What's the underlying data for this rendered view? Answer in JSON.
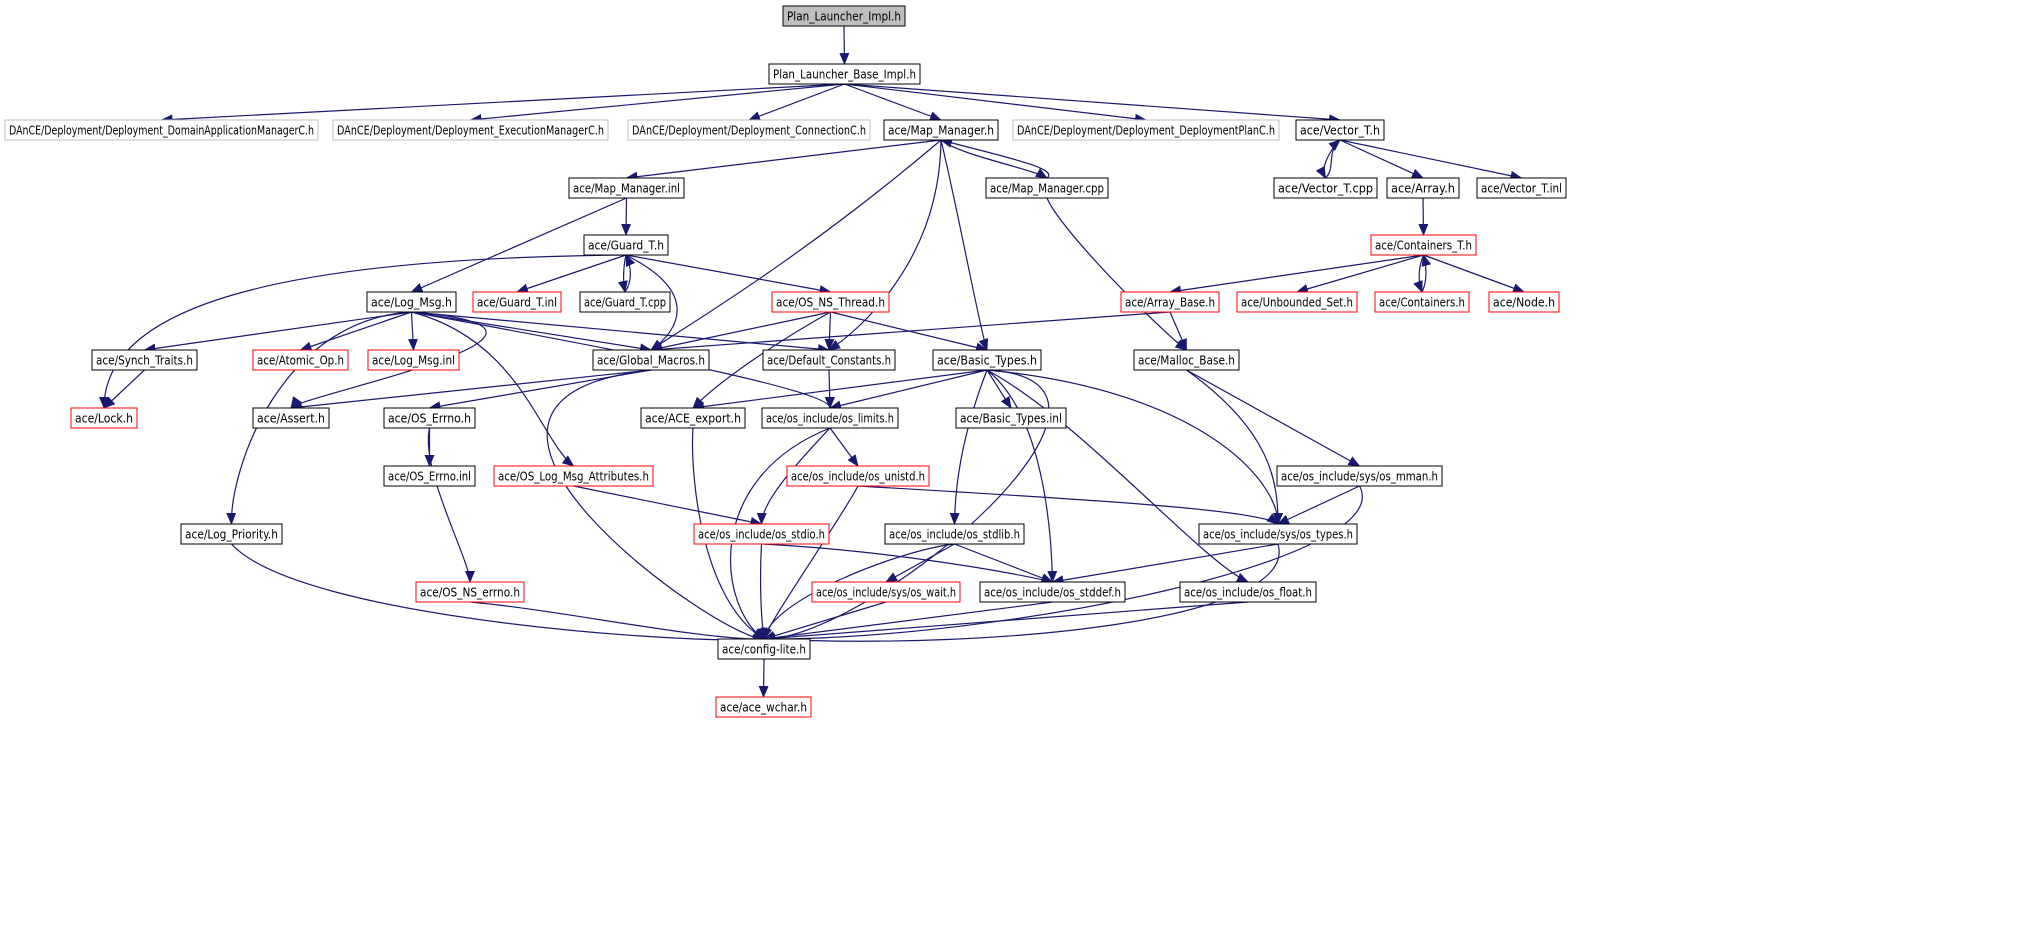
{
  "colors": {
    "edge": "#191970",
    "arrowhead": "#191970",
    "node_border_default": "#000000",
    "node_border_truncated": "#ff0000",
    "node_border_external": "#bfbfbf",
    "root_fill": "#bfbfbf",
    "node_fill": "#ffffff"
  },
  "nodes": [
    {
      "id": "root",
      "label": "Plan_Launcher_Impl.h",
      "kind": "root"
    },
    {
      "id": "pl_base",
      "label": "Plan_Launcher_Base_Impl.h",
      "kind": "default"
    },
    {
      "id": "dance_dam",
      "label": "DAnCE/Deployment/Deployment_DomainApplicationManagerC.h",
      "kind": "external"
    },
    {
      "id": "dance_em",
      "label": "DAnCE/Deployment/Deployment_ExecutionManagerC.h",
      "kind": "external"
    },
    {
      "id": "dance_conn",
      "label": "DAnCE/Deployment/Deployment_ConnectionC.h",
      "kind": "external"
    },
    {
      "id": "map_mgr_h",
      "label": "ace/Map_Manager.h",
      "kind": "default"
    },
    {
      "id": "dance_dp",
      "label": "DAnCE/Deployment/Deployment_DeploymentPlanC.h",
      "kind": "external"
    },
    {
      "id": "vector_t_h",
      "label": "ace/Vector_T.h",
      "kind": "default"
    },
    {
      "id": "map_mgr_inl",
      "label": "ace/Map_Manager.inl",
      "kind": "default"
    },
    {
      "id": "map_mgr_cpp",
      "label": "ace/Map_Manager.cpp",
      "kind": "default"
    },
    {
      "id": "vector_t_cpp",
      "label": "ace/Vector_T.cpp",
      "kind": "default"
    },
    {
      "id": "array_h",
      "label": "ace/Array.h",
      "kind": "default"
    },
    {
      "id": "vector_t_inl",
      "label": "ace/Vector_T.inl",
      "kind": "default"
    },
    {
      "id": "guard_t_h",
      "label": "ace/Guard_T.h",
      "kind": "default"
    },
    {
      "id": "containers_t_h",
      "label": "ace/Containers_T.h",
      "kind": "truncated"
    },
    {
      "id": "log_msg_h",
      "label": "ace/Log_Msg.h",
      "kind": "default"
    },
    {
      "id": "guard_t_inl",
      "label": "ace/Guard_T.inl",
      "kind": "truncated"
    },
    {
      "id": "guard_t_cpp",
      "label": "ace/Guard_T.cpp",
      "kind": "default"
    },
    {
      "id": "os_ns_thread_h",
      "label": "ace/OS_NS_Thread.h",
      "kind": "truncated"
    },
    {
      "id": "array_base_h",
      "label": "ace/Array_Base.h",
      "kind": "truncated"
    },
    {
      "id": "unbounded_set_h",
      "label": "ace/Unbounded_Set.h",
      "kind": "truncated"
    },
    {
      "id": "containers_h",
      "label": "ace/Containers.h",
      "kind": "truncated"
    },
    {
      "id": "node_h",
      "label": "ace/Node.h",
      "kind": "truncated"
    },
    {
      "id": "synch_traits_h",
      "label": "ace/Synch_Traits.h",
      "kind": "default"
    },
    {
      "id": "atomic_op_h",
      "label": "ace/Atomic_Op.h",
      "kind": "truncated"
    },
    {
      "id": "log_msg_inl",
      "label": "ace/Log_Msg.inl",
      "kind": "truncated"
    },
    {
      "id": "global_macros_h",
      "label": "ace/Global_Macros.h",
      "kind": "default"
    },
    {
      "id": "default_constants_h",
      "label": "ace/Default_Constants.h",
      "kind": "default"
    },
    {
      "id": "basic_types_h",
      "label": "ace/Basic_Types.h",
      "kind": "default"
    },
    {
      "id": "malloc_base_h",
      "label": "ace/Malloc_Base.h",
      "kind": "default"
    },
    {
      "id": "lock_h",
      "label": "ace/Lock.h",
      "kind": "truncated"
    },
    {
      "id": "assert_h",
      "label": "ace/Assert.h",
      "kind": "default"
    },
    {
      "id": "os_errno_h",
      "label": "ace/OS_Errno.h",
      "kind": "default"
    },
    {
      "id": "ace_export_h",
      "label": "ace/ACE_export.h",
      "kind": "default"
    },
    {
      "id": "os_limits_h",
      "label": "ace/os_include/os_limits.h",
      "kind": "default"
    },
    {
      "id": "basic_types_inl",
      "label": "ace/Basic_Types.inl",
      "kind": "default"
    },
    {
      "id": "os_errno_inl",
      "label": "ace/OS_Errno.inl",
      "kind": "default"
    },
    {
      "id": "os_log_msg_attr_h",
      "label": "ace/OS_Log_Msg_Attributes.h",
      "kind": "truncated"
    },
    {
      "id": "os_unistd_h",
      "label": "ace/os_include/os_unistd.h",
      "kind": "truncated"
    },
    {
      "id": "os_mman_h",
      "label": "ace/os_include/sys/os_mman.h",
      "kind": "default"
    },
    {
      "id": "log_priority_h",
      "label": "ace/Log_Priority.h",
      "kind": "default"
    },
    {
      "id": "os_stdio_h",
      "label": "ace/os_include/os_stdio.h",
      "kind": "truncated"
    },
    {
      "id": "os_stdlib_h",
      "label": "ace/os_include/os_stdlib.h",
      "kind": "default"
    },
    {
      "id": "os_types_h",
      "label": "ace/os_include/sys/os_types.h",
      "kind": "default"
    },
    {
      "id": "os_ns_errno_h",
      "label": "ace/OS_NS_errno.h",
      "kind": "truncated"
    },
    {
      "id": "os_wait_h",
      "label": "ace/os_include/sys/os_wait.h",
      "kind": "truncated"
    },
    {
      "id": "os_stddef_h",
      "label": "ace/os_include/os_stddef.h",
      "kind": "default"
    },
    {
      "id": "os_float_h",
      "label": "ace/os_include/os_float.h",
      "kind": "default"
    },
    {
      "id": "config_lite_h",
      "label": "ace/config-lite.h",
      "kind": "default"
    },
    {
      "id": "ace_wchar_h",
      "label": "ace/ace_wchar.h",
      "kind": "truncated"
    }
  ],
  "edges": [
    {
      "from": "root",
      "to": "pl_base"
    },
    {
      "from": "pl_base",
      "to": "dance_dam"
    },
    {
      "from": "pl_base",
      "to": "dance_em"
    },
    {
      "from": "pl_base",
      "to": "dance_conn"
    },
    {
      "from": "pl_base",
      "to": "map_mgr_h"
    },
    {
      "from": "pl_base",
      "to": "dance_dp"
    },
    {
      "from": "pl_base",
      "to": "vector_t_h"
    },
    {
      "from": "map_mgr_h",
      "to": "map_mgr_inl"
    },
    {
      "from": "map_mgr_h",
      "to": "map_mgr_cpp"
    },
    {
      "from": "map_mgr_h",
      "to": "global_macros_h"
    },
    {
      "from": "map_mgr_h",
      "to": "default_constants_h"
    },
    {
      "from": "map_mgr_h",
      "to": "basic_types_h"
    },
    {
      "from": "map_mgr_cpp",
      "to": "map_mgr_h"
    },
    {
      "from": "map_mgr_cpp",
      "to": "malloc_base_h"
    },
    {
      "from": "map_mgr_inl",
      "to": "guard_t_h"
    },
    {
      "from": "map_mgr_inl",
      "to": "log_msg_h"
    },
    {
      "from": "vector_t_h",
      "to": "vector_t_cpp"
    },
    {
      "from": "vector_t_h",
      "to": "array_h"
    },
    {
      "from": "vector_t_h",
      "to": "vector_t_inl"
    },
    {
      "from": "vector_t_cpp",
      "to": "vector_t_h"
    },
    {
      "from": "array_h",
      "to": "containers_t_h"
    },
    {
      "from": "containers_t_h",
      "to": "array_base_h"
    },
    {
      "from": "containers_t_h",
      "to": "unbounded_set_h"
    },
    {
      "from": "containers_t_h",
      "to": "containers_h"
    },
    {
      "from": "containers_t_h",
      "to": "node_h"
    },
    {
      "from": "containers_h",
      "to": "containers_t_h"
    },
    {
      "from": "array_base_h",
      "to": "global_macros_h"
    },
    {
      "from": "array_base_h",
      "to": "malloc_base_h"
    },
    {
      "from": "guard_t_h",
      "to": "lock_h"
    },
    {
      "from": "guard_t_h",
      "to": "guard_t_inl"
    },
    {
      "from": "guard_t_h",
      "to": "guard_t_cpp"
    },
    {
      "from": "guard_t_h",
      "to": "os_ns_thread_h"
    },
    {
      "from": "guard_t_h",
      "to": "global_macros_h"
    },
    {
      "from": "guard_t_cpp",
      "to": "guard_t_h"
    },
    {
      "from": "log_msg_h",
      "to": "synch_traits_h"
    },
    {
      "from": "log_msg_h",
      "to": "atomic_op_h"
    },
    {
      "from": "log_msg_h",
      "to": "log_msg_inl"
    },
    {
      "from": "log_msg_h",
      "to": "global_macros_h"
    },
    {
      "from": "log_msg_h",
      "to": "default_constants_h"
    },
    {
      "from": "log_msg_h",
      "to": "assert_h"
    },
    {
      "from": "log_msg_h",
      "to": "os_limits_h"
    },
    {
      "from": "log_msg_h",
      "to": "os_log_msg_attr_h"
    },
    {
      "from": "log_msg_h",
      "to": "log_priority_h"
    },
    {
      "from": "synch_traits_h",
      "to": "lock_h"
    },
    {
      "from": "os_ns_thread_h",
      "to": "global_macros_h"
    },
    {
      "from": "os_ns_thread_h",
      "to": "default_constants_h"
    },
    {
      "from": "os_ns_thread_h",
      "to": "basic_types_h"
    },
    {
      "from": "os_ns_thread_h",
      "to": "ace_export_h"
    },
    {
      "from": "global_macros_h",
      "to": "assert_h"
    },
    {
      "from": "global_macros_h",
      "to": "os_errno_h"
    },
    {
      "from": "global_macros_h",
      "to": "config_lite_h"
    },
    {
      "from": "default_constants_h",
      "to": "os_limits_h"
    },
    {
      "from": "basic_types_h",
      "to": "ace_export_h"
    },
    {
      "from": "basic_types_h",
      "to": "os_limits_h"
    },
    {
      "from": "basic_types_h",
      "to": "basic_types_inl"
    },
    {
      "from": "basic_types_h",
      "to": "os_stdlib_h"
    },
    {
      "from": "basic_types_h",
      "to": "os_stddef_h"
    },
    {
      "from": "basic_types_h",
      "to": "os_types_h"
    },
    {
      "from": "basic_types_h",
      "to": "os_float_h"
    },
    {
      "from": "basic_types_h",
      "to": "config_lite_h"
    },
    {
      "from": "malloc_base_h",
      "to": "os_mman_h"
    },
    {
      "from": "malloc_base_h",
      "to": "os_types_h"
    },
    {
      "from": "os_errno_h",
      "to": "os_errno_inl"
    },
    {
      "from": "os_errno_h",
      "to": "os_ns_errno_h"
    },
    {
      "from": "ace_export_h",
      "to": "config_lite_h"
    },
    {
      "from": "os_limits_h",
      "to": "os_unistd_h"
    },
    {
      "from": "os_limits_h",
      "to": "os_stdio_h"
    },
    {
      "from": "os_limits_h",
      "to": "config_lite_h"
    },
    {
      "from": "os_unistd_h",
      "to": "os_types_h"
    },
    {
      "from": "os_unistd_h",
      "to": "config_lite_h"
    },
    {
      "from": "os_log_msg_attr_h",
      "to": "os_stdio_h"
    },
    {
      "from": "os_mman_h",
      "to": "os_types_h"
    },
    {
      "from": "os_mman_h",
      "to": "config_lite_h"
    },
    {
      "from": "log_priority_h",
      "to": "config_lite_h"
    },
    {
      "from": "os_stdio_h",
      "to": "os_stddef_h"
    },
    {
      "from": "os_stdio_h",
      "to": "config_lite_h"
    },
    {
      "from": "os_stdlib_h",
      "to": "os_wait_h"
    },
    {
      "from": "os_stdlib_h",
      "to": "os_stddef_h"
    },
    {
      "from": "os_stdlib_h",
      "to": "config_lite_h"
    },
    {
      "from": "os_types_h",
      "to": "os_stddef_h"
    },
    {
      "from": "os_types_h",
      "to": "config_lite_h"
    },
    {
      "from": "os_ns_errno_h",
      "to": "config_lite_h"
    },
    {
      "from": "os_wait_h",
      "to": "config_lite_h"
    },
    {
      "from": "os_stddef_h",
      "to": "config_lite_h"
    },
    {
      "from": "os_float_h",
      "to": "config_lite_h"
    },
    {
      "from": "config_lite_h",
      "to": "ace_wchar_h"
    }
  ]
}
